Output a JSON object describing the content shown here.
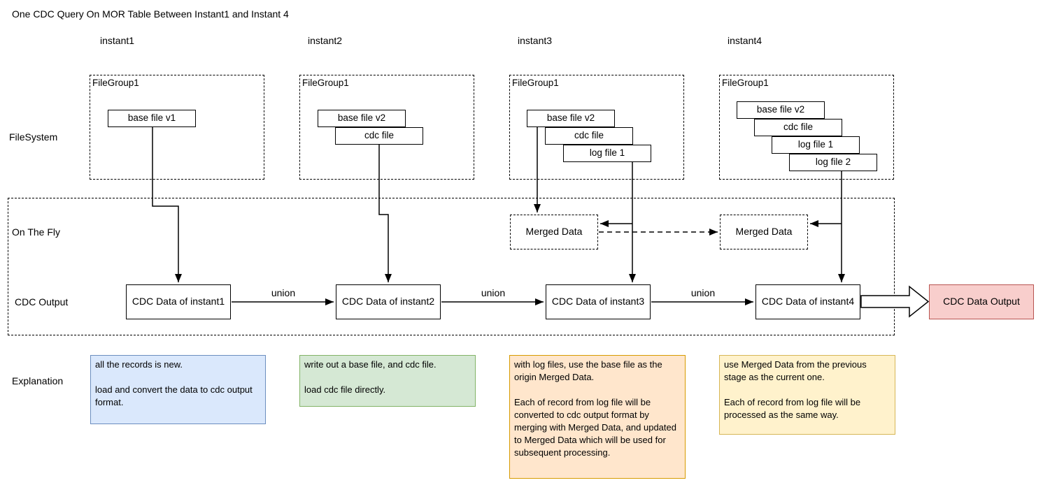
{
  "title": "One CDC Query On MOR Table Between Instant1 and Instant 4",
  "columns": [
    {
      "label": "instant1"
    },
    {
      "label": "instant2"
    },
    {
      "label": "instant3"
    },
    {
      "label": "instant4"
    }
  ],
  "row_labels": {
    "filesystem": "FileSystem",
    "on_the_fly": "On The Fly",
    "cdc_output": "CDC Output",
    "explanation": "Explanation"
  },
  "filegroups": [
    {
      "label": "FileGroup1",
      "files": [
        "base file v1"
      ]
    },
    {
      "label": "FileGroup1",
      "files": [
        "base file v2",
        "cdc file"
      ]
    },
    {
      "label": "FileGroup1",
      "files": [
        "base file v2",
        "cdc file",
        "log file 1"
      ]
    },
    {
      "label": "FileGroup1",
      "files": [
        "base file v2",
        "cdc file",
        "log file 1",
        "log file 2"
      ]
    }
  ],
  "merged_data": {
    "instant3": "Merged Data",
    "instant4": "Merged Data"
  },
  "cdc_row": {
    "boxes": [
      "CDC Data of instant1",
      "CDC Data of instant2",
      "CDC Data of instant3",
      "CDC Data of instant4"
    ],
    "union_label": "union",
    "final_output": "CDC Data Output"
  },
  "colors": {
    "line": "#000000",
    "output_bg": "#f8cecc",
    "output_border": "#b85450"
  },
  "explanations": [
    {
      "bg": "#dae8fc",
      "border": "#6c8ebf",
      "paragraphs": [
        "all the records is new.",
        "load and convert the data to cdc output format."
      ]
    },
    {
      "bg": "#d5e8d4",
      "border": "#82b366",
      "paragraphs": [
        "write out a base file, and cdc file.",
        "load cdc file directly."
      ]
    },
    {
      "bg": "#ffe6cc",
      "border": "#d79b00",
      "paragraphs": [
        "with log files, use the base file as the origin Merged Data.",
        "Each of record from log file will be converted to cdc output format by merging with Merged Data, and updated to Merged Data which will be used for subsequent processing."
      ]
    },
    {
      "bg": "#fff2cc",
      "border": "#d6b656",
      "paragraphs": [
        "use Merged Data from the previous stage as the current one.",
        "Each of record from log file will be processed as the same way."
      ]
    }
  ]
}
